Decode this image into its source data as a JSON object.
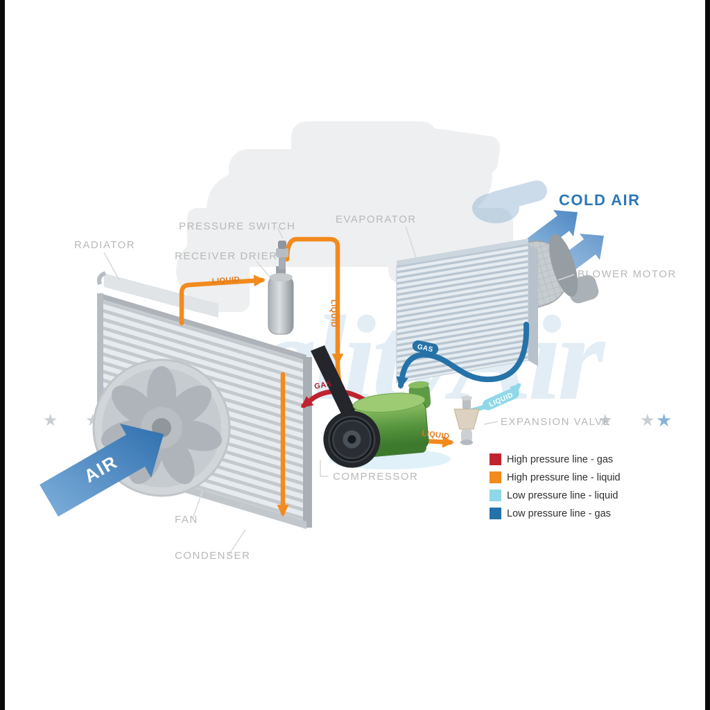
{
  "watermark": {
    "brand": "QualityAir",
    "stars_left": "★ ★ ★",
    "stars_right": "★ ★",
    "star_accent": "★"
  },
  "labels": {
    "radiator": "RADIATOR",
    "pressure_switch": "PRESSURE SWITCH",
    "receiver_drier": "RECEIVER DRIER",
    "evaporator": "EVAPORATOR",
    "blower_motor": "BLOWER MOTOR",
    "cold_air": "COLD AIR",
    "expansion_valve": "EXPANSION VALVE",
    "compressor": "COMPRESSOR",
    "fan": "FAN",
    "condenser": "CONDENSER",
    "air": "AIR"
  },
  "pipe_labels": {
    "condenser_to_drier": "LIQUID",
    "vertical_drop": "LIQUID",
    "to_expansion_valve": "LIQUID",
    "valve_to_evaporator": "LIQUID",
    "suction_gas": "GAS",
    "discharge_gas": "GAS"
  },
  "legend": {
    "items": [
      {
        "color": "#c0232e",
        "label": "High pressure line - gas"
      },
      {
        "color": "#f28a1e",
        "label": "High pressure line - liquid"
      },
      {
        "color": "#8fd8e8",
        "label": "Low pressure line - liquid"
      },
      {
        "color": "#2572a8",
        "label": "Low pressure line -  gas"
      }
    ]
  },
  "colors": {
    "high_pressure_gas": "#c0232e",
    "high_pressure_liquid": "#f28a1e",
    "low_pressure_liquid": "#8fd8e8",
    "low_pressure_gas": "#2572a8",
    "cold_air_text": "#2b77b8"
  }
}
